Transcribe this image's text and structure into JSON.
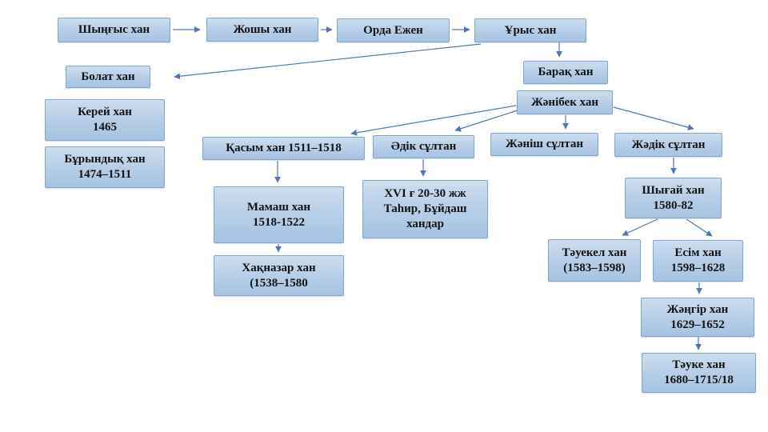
{
  "colors": {
    "background": "#ffffff",
    "node_fill_top": "#cddded",
    "node_fill_bottom": "#a6c3e1",
    "node_border": "#7ea6d2",
    "connector": "#4f76b2",
    "text": "#131313"
  },
  "diagram": {
    "type": "genealogy-flowchart",
    "nodes": {
      "shyngys": {
        "label": "Шыңғыс хан"
      },
      "zhoshy": {
        "label": "Жошы хан"
      },
      "orda": {
        "label": "Орда Ежен"
      },
      "urys": {
        "label": "Ұрыс хан"
      },
      "bolat": {
        "label": "Болат хан"
      },
      "kerey": {
        "label": "Керей хан\n1465"
      },
      "buryndyk": {
        "label": "Бұрындық хан\n1474–1511"
      },
      "barak": {
        "label": "Барақ хан"
      },
      "zhanibek": {
        "label": "Жәнібек хан"
      },
      "kasym": {
        "label": "Қасым хан 1511–1518"
      },
      "adik": {
        "label": "Әдік сұлтан"
      },
      "zhanish": {
        "label": "Жәніш сұлтан"
      },
      "zhadik": {
        "label": "Жәдік сұлтан"
      },
      "mamash": {
        "label": "Мамаш хан\n1518-1522"
      },
      "tahir": {
        "label": "XVI ғ 20-30 жж\nТаһир, Бұйдаш\nхандар"
      },
      "khaknazar": {
        "label": "Хақназар хан\n(1538–1580"
      },
      "shygai": {
        "label": "Шығай хан\n1580-82"
      },
      "tauekel": {
        "label": "Тәуекел хан\n(1583–1598)"
      },
      "esim": {
        "label": "Есім хан\n1598–1628"
      },
      "zhangir": {
        "label": "Жәңгір хан\n1629–1652"
      },
      "tauke": {
        "label": "Тәуке хан\n1680–1715/18"
      }
    },
    "edges": [
      {
        "from": "shyngys",
        "to": "zhoshy"
      },
      {
        "from": "zhoshy",
        "to": "orda"
      },
      {
        "from": "orda",
        "to": "urys"
      },
      {
        "from": "urys",
        "to": "bolat"
      },
      {
        "from": "urys",
        "to": "barak"
      },
      {
        "from": "zhanibek",
        "to": "kasym"
      },
      {
        "from": "zhanibek",
        "to": "adik"
      },
      {
        "from": "zhanibek",
        "to": "zhanish"
      },
      {
        "from": "zhanibek",
        "to": "zhadik"
      },
      {
        "from": "kasym",
        "to": "mamash"
      },
      {
        "from": "adik",
        "to": "tahir"
      },
      {
        "from": "zhadik",
        "to": "shygai"
      },
      {
        "from": "mamash",
        "to": "khaknazar"
      },
      {
        "from": "shygai",
        "to": "tauekel"
      },
      {
        "from": "shygai",
        "to": "esim"
      },
      {
        "from": "esim",
        "to": "zhangir"
      },
      {
        "from": "zhangir",
        "to": "tauke"
      }
    ]
  }
}
